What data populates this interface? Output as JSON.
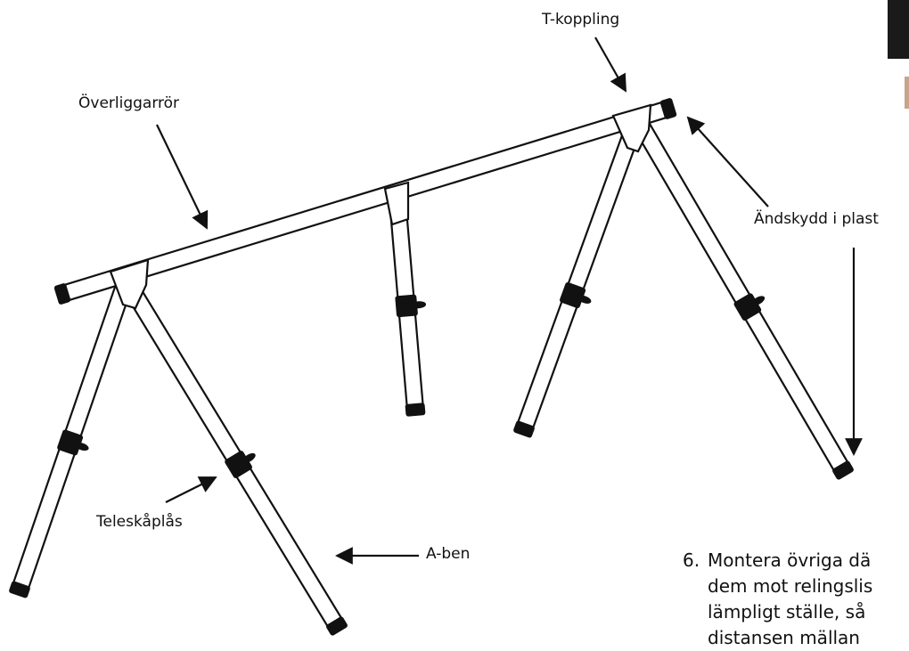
{
  "labels": {
    "t_coupling": "T-koppling",
    "top_rail": "Överliggarrör",
    "end_cap": "Ändskydd  i plast",
    "telescopic_lock": "Teleskåplås",
    "a_legs": "A-ben"
  },
  "instruction": {
    "number": "6.",
    "lines": [
      "Montera övriga dä",
      "dem mot relingslis",
      "lämpligt ställe, så",
      "distansen mällan"
    ]
  },
  "colors": {
    "line": "#111111",
    "fill": "#ffffff"
  }
}
